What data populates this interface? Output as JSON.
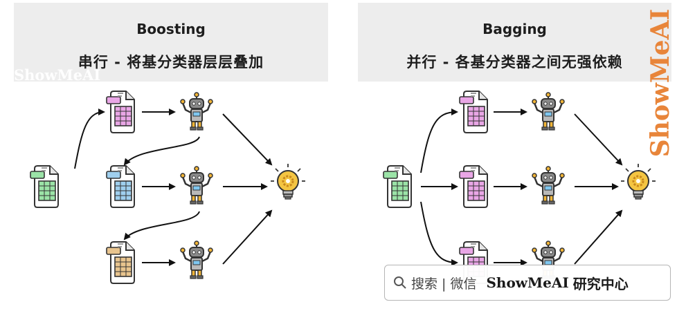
{
  "boosting": {
    "title": "Boosting",
    "subtitle": "串行 - 将基分类器层层叠加"
  },
  "bagging": {
    "title": "Bagging",
    "subtitle": "并行 - 各基分类器之间无强依赖"
  },
  "watermarks": {
    "left": "ShowMeAI",
    "right": "ShowMeAI"
  },
  "footer": {
    "search_text": "搜索 | 微信",
    "brand": "ShowMeAI",
    "brand_suffix": "研究中心"
  },
  "colors": {
    "green": "#9be3a7",
    "pink": "#e9a6e6",
    "blue": "#9fcfee",
    "tan": "#e8c48e",
    "robot_head": "#8a8a8a",
    "robot_arm": "#f2b537",
    "bulb": "#f4c542"
  },
  "icons": [
    "dataset-icon",
    "robot-icon",
    "lightbulb-icon",
    "search-icon"
  ]
}
